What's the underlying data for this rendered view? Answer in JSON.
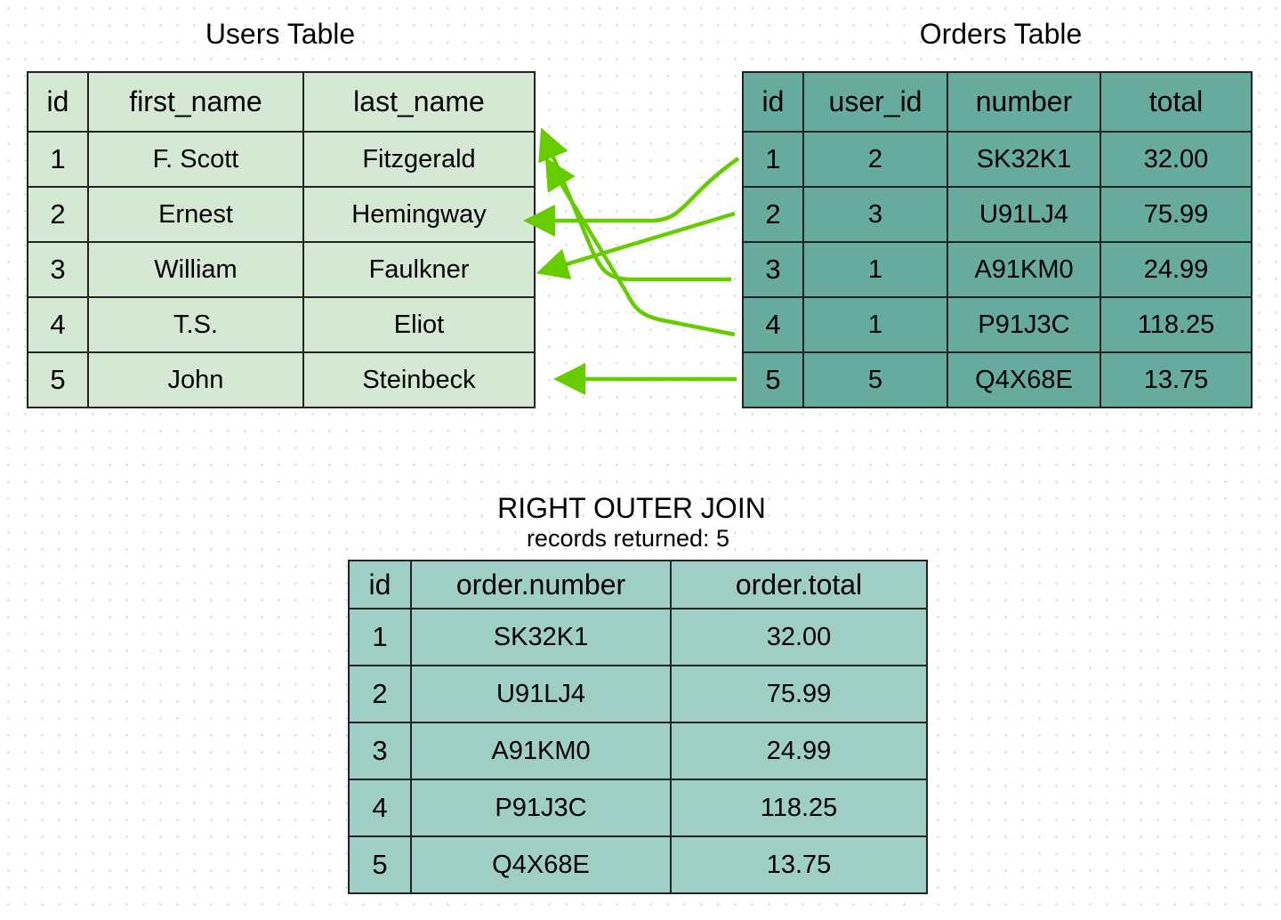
{
  "users": {
    "title": "Users Table",
    "columns": [
      "id",
      "first_name",
      "last_name"
    ],
    "rows": [
      [
        "1",
        "F. Scott",
        "Fitzgerald"
      ],
      [
        "2",
        "Ernest",
        "Hemingway"
      ],
      [
        "3",
        "William",
        "Faulkner"
      ],
      [
        "4",
        "T.S.",
        "Eliot"
      ],
      [
        "5",
        "John",
        "Steinbeck"
      ]
    ]
  },
  "orders": {
    "title": "Orders Table",
    "columns": [
      "id",
      "user_id",
      "number",
      "total"
    ],
    "rows": [
      [
        "1",
        "2",
        "SK32K1",
        "32.00"
      ],
      [
        "2",
        "3",
        "U91LJ4",
        "75.99"
      ],
      [
        "3",
        "1",
        "A91KM0",
        "24.99"
      ],
      [
        "4",
        "1",
        "P91J3C",
        "118.25"
      ],
      [
        "5",
        "5",
        "Q4X68E",
        "13.75"
      ]
    ]
  },
  "join": {
    "title": "RIGHT OUTER JOIN",
    "subtitle": "records returned: 5",
    "columns": [
      "id",
      "order.number",
      "order.total"
    ],
    "rows": [
      [
        "1",
        "SK32K1",
        "32.00"
      ],
      [
        "2",
        "U91LJ4",
        "75.99"
      ],
      [
        "3",
        "A91KM0",
        "24.99"
      ],
      [
        "4",
        "P91J3C",
        "118.25"
      ],
      [
        "5",
        "Q4X68E",
        "13.75"
      ]
    ]
  },
  "colors": {
    "users_fill": "#d5e8d4",
    "orders_fill": "#67ab9f",
    "result_fill": "#9fcfc4",
    "arrow": "#66cc00"
  }
}
